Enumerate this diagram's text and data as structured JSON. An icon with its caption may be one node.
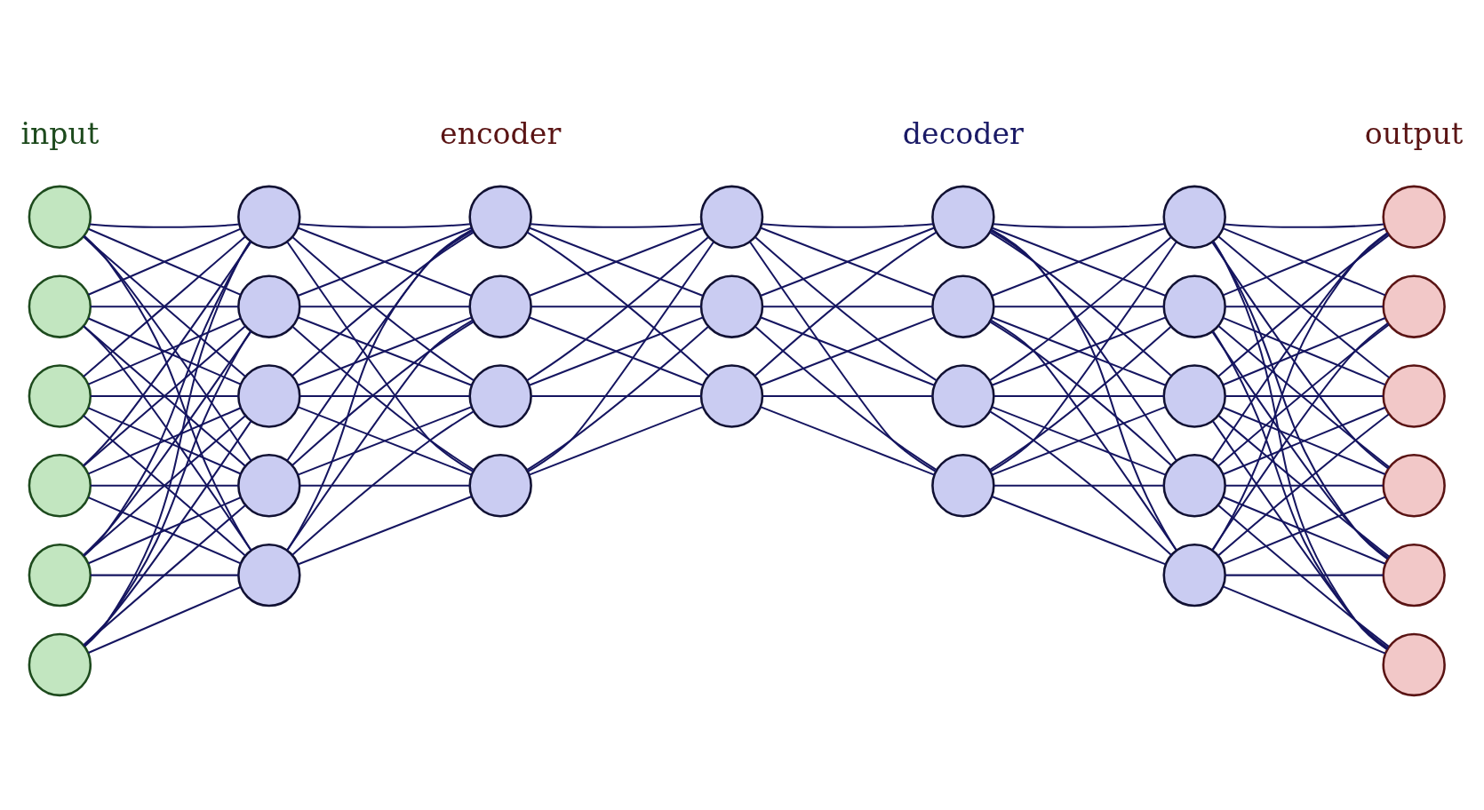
{
  "diagram": {
    "nodes": [
      {
        "text": [],
        "shape": "circle"
      },
      {
        "text": [],
        "shape": "circle"
      },
      {
        "text": [],
        "shape": "circle"
      },
      {
        "text": [],
        "shape": "circle"
      },
      {
        "text": [],
        "shape": "circle"
      },
      {
        "text": [],
        "shape": "circle"
      },
      {
        "text": [],
        "shape": "circle"
      },
      {
        "text": [],
        "shape": "circle"
      },
      {
        "text": [],
        "shape": "circle"
      },
      {
        "text": [],
        "shape": "circle"
      },
      {
        "text": [],
        "shape": "circle"
      },
      {
        "text": [],
        "shape": "circle"
      },
      {
        "text": [],
        "shape": "circle"
      },
      {
        "text": [],
        "shape": "circle"
      },
      {
        "text": [],
        "shape": "circle"
      },
      {
        "text": [],
        "shape": "circle"
      },
      {
        "text": [],
        "shape": "circle"
      },
      {
        "text": [],
        "shape": "circle"
      },
      {
        "text": [],
        "shape": "circle"
      },
      {
        "text": [],
        "shape": "circle"
      },
      {
        "text": [],
        "shape": "circle"
      },
      {
        "text": [],
        "shape": "circle"
      },
      {
        "text": [],
        "shape": "circle"
      },
      {
        "text": [],
        "shape": "circle"
      },
      {
        "text": [],
        "shape": "circle"
      },
      {
        "text": [],
        "shape": "circle"
      },
      {
        "text": [],
        "shape": "circle"
      },
      {
        "text": [],
        "shape": "circle"
      },
      {
        "text": [],
        "shape": "circle"
      },
      {
        "text": [],
        "shape": "circle"
      },
      {
        "text": [],
        "shape": "circle"
      },
      {
        "text": [],
        "shape": "circle"
      },
      {
        "text": [],
        "shape": "circle"
      }
    ],
    "edges": [
      {
        "from": 0,
        "to": 6,
        "arrow": "none"
      },
      {
        "from": 0,
        "to": 7,
        "arrow": "none"
      },
      {
        "from": 0,
        "to": 8,
        "arrow": "none"
      },
      {
        "from": 0,
        "to": 9,
        "arrow": "none"
      },
      {
        "from": 0,
        "to": 10,
        "arrow": "none"
      },
      {
        "from": 1,
        "to": 6,
        "arrow": "none"
      },
      {
        "from": 1,
        "to": 7,
        "arrow": "none"
      },
      {
        "from": 1,
        "to": 8,
        "arrow": "none"
      },
      {
        "from": 1,
        "to": 9,
        "arrow": "none"
      },
      {
        "from": 1,
        "to": 10,
        "arrow": "none"
      },
      {
        "from": 2,
        "to": 6,
        "arrow": "none"
      },
      {
        "from": 2,
        "to": 7,
        "arrow": "none"
      },
      {
        "from": 2,
        "to": 8,
        "arrow": "none"
      },
      {
        "from": 2,
        "to": 9,
        "arrow": "none"
      },
      {
        "from": 2,
        "to": 10,
        "arrow": "none"
      },
      {
        "from": 3,
        "to": 6,
        "arrow": "none"
      },
      {
        "from": 3,
        "to": 7,
        "arrow": "none"
      },
      {
        "from": 3,
        "to": 8,
        "arrow": "none"
      },
      {
        "from": 3,
        "to": 9,
        "arrow": "none"
      },
      {
        "from": 3,
        "to": 10,
        "arrow": "none"
      },
      {
        "from": 4,
        "to": 6,
        "arrow": "none"
      },
      {
        "from": 4,
        "to": 7,
        "arrow": "none"
      },
      {
        "from": 4,
        "to": 8,
        "arrow": "none"
      },
      {
        "from": 4,
        "to": 9,
        "arrow": "none"
      },
      {
        "from": 4,
        "to": 10,
        "arrow": "none"
      },
      {
        "from": 5,
        "to": 6,
        "arrow": "none"
      },
      {
        "from": 5,
        "to": 7,
        "arrow": "none"
      },
      {
        "from": 5,
        "to": 8,
        "arrow": "none"
      },
      {
        "from": 5,
        "to": 9,
        "arrow": "none"
      },
      {
        "from": 5,
        "to": 10,
        "arrow": "none"
      },
      {
        "from": 6,
        "to": 11,
        "arrow": "none"
      },
      {
        "from": 6,
        "to": 12,
        "arrow": "none"
      },
      {
        "from": 6,
        "to": 13,
        "arrow": "none"
      },
      {
        "from": 6,
        "to": 14,
        "arrow": "none"
      },
      {
        "from": 7,
        "to": 11,
        "arrow": "none"
      },
      {
        "from": 7,
        "to": 12,
        "arrow": "none"
      },
      {
        "from": 7,
        "to": 13,
        "arrow": "none"
      },
      {
        "from": 7,
        "to": 14,
        "arrow": "none"
      },
      {
        "from": 8,
        "to": 11,
        "arrow": "none"
      },
      {
        "from": 8,
        "to": 12,
        "arrow": "none"
      },
      {
        "from": 8,
        "to": 13,
        "arrow": "none"
      },
      {
        "from": 8,
        "to": 14,
        "arrow": "none"
      },
      {
        "from": 9,
        "to": 11,
        "arrow": "none"
      },
      {
        "from": 9,
        "to": 12,
        "arrow": "none"
      },
      {
        "from": 9,
        "to": 13,
        "arrow": "none"
      },
      {
        "from": 9,
        "to": 14,
        "arrow": "none"
      },
      {
        "from": 10,
        "to": 11,
        "arrow": "none"
      },
      {
        "from": 10,
        "to": 12,
        "arrow": "none"
      },
      {
        "from": 10,
        "to": 13,
        "arrow": "none"
      },
      {
        "from": 10,
        "to": 14,
        "arrow": "none"
      },
      {
        "from": 11,
        "to": 15,
        "arrow": "none"
      },
      {
        "from": 11,
        "to": 16,
        "arrow": "none"
      },
      {
        "from": 11,
        "to": 17,
        "arrow": "none"
      },
      {
        "from": 12,
        "to": 15,
        "arrow": "none"
      },
      {
        "from": 12,
        "to": 16,
        "arrow": "none"
      },
      {
        "from": 12,
        "to": 17,
        "arrow": "none"
      },
      {
        "from": 13,
        "to": 15,
        "arrow": "none"
      },
      {
        "from": 13,
        "to": 16,
        "arrow": "none"
      },
      {
        "from": 13,
        "to": 17,
        "arrow": "none"
      },
      {
        "from": 14,
        "to": 15,
        "arrow": "none"
      },
      {
        "from": 14,
        "to": 16,
        "arrow": "none"
      },
      {
        "from": 14,
        "to": 17,
        "arrow": "none"
      },
      {
        "from": 15,
        "to": 18,
        "arrow": "none"
      },
      {
        "from": 15,
        "to": 19,
        "arrow": "none"
      },
      {
        "from": 15,
        "to": 20,
        "arrow": "none"
      },
      {
        "from": 15,
        "to": 21,
        "arrow": "none"
      },
      {
        "from": 16,
        "to": 18,
        "arrow": "none"
      },
      {
        "from": 16,
        "to": 19,
        "arrow": "none"
      },
      {
        "from": 16,
        "to": 20,
        "arrow": "none"
      },
      {
        "from": 16,
        "to": 21,
        "arrow": "none"
      },
      {
        "from": 17,
        "to": 18,
        "arrow": "none"
      },
      {
        "from": 17,
        "to": 19,
        "arrow": "none"
      },
      {
        "from": 17,
        "to": 20,
        "arrow": "none"
      },
      {
        "from": 17,
        "to": 21,
        "arrow": "none"
      },
      {
        "from": 18,
        "to": 22,
        "arrow": "none"
      },
      {
        "from": 18,
        "to": 23,
        "arrow": "none"
      },
      {
        "from": 18,
        "to": 24,
        "arrow": "none"
      },
      {
        "from": 18,
        "to": 25,
        "arrow": "none"
      },
      {
        "from": 18,
        "to": 26,
        "arrow": "none"
      },
      {
        "from": 19,
        "to": 22,
        "arrow": "none"
      },
      {
        "from": 19,
        "to": 23,
        "arrow": "none"
      },
      {
        "from": 19,
        "to": 24,
        "arrow": "none"
      },
      {
        "from": 19,
        "to": 25,
        "arrow": "none"
      },
      {
        "from": 19,
        "to": 26,
        "arrow": "none"
      },
      {
        "from": 20,
        "to": 22,
        "arrow": "none"
      },
      {
        "from": 20,
        "to": 23,
        "arrow": "none"
      },
      {
        "from": 20,
        "to": 24,
        "arrow": "none"
      },
      {
        "from": 20,
        "to": 25,
        "arrow": "none"
      },
      {
        "from": 20,
        "to": 26,
        "arrow": "none"
      },
      {
        "from": 21,
        "to": 22,
        "arrow": "none"
      },
      {
        "from": 21,
        "to": 23,
        "arrow": "none"
      },
      {
        "from": 21,
        "to": 24,
        "arrow": "none"
      },
      {
        "from": 21,
        "to": 25,
        "arrow": "none"
      },
      {
        "from": 21,
        "to": 26,
        "arrow": "none"
      },
      {
        "from": 22,
        "to": 27,
        "arrow": "none"
      },
      {
        "from": 22,
        "to": 28,
        "arrow": "none"
      },
      {
        "from": 22,
        "to": 29,
        "arrow": "none"
      },
      {
        "from": 22,
        "to": 30,
        "arrow": "none"
      },
      {
        "from": 22,
        "to": 31,
        "arrow": "none"
      },
      {
        "from": 22,
        "to": 32,
        "arrow": "none"
      },
      {
        "from": 23,
        "to": 27,
        "arrow": "none"
      },
      {
        "from": 23,
        "to": 28,
        "arrow": "none"
      },
      {
        "from": 23,
        "to": 29,
        "arrow": "none"
      },
      {
        "from": 23,
        "to": 30,
        "arrow": "none"
      },
      {
        "from": 23,
        "to": 31,
        "arrow": "none"
      },
      {
        "from": 23,
        "to": 32,
        "arrow": "none"
      },
      {
        "from": 24,
        "to": 27,
        "arrow": "none"
      },
      {
        "from": 24,
        "to": 28,
        "arrow": "none"
      },
      {
        "from": 24,
        "to": 29,
        "arrow": "none"
      },
      {
        "from": 24,
        "to": 30,
        "arrow": "none"
      },
      {
        "from": 24,
        "to": 31,
        "arrow": "none"
      },
      {
        "from": 24,
        "to": 32,
        "arrow": "none"
      },
      {
        "from": 25,
        "to": 27,
        "arrow": "none"
      },
      {
        "from": 25,
        "to": 28,
        "arrow": "none"
      },
      {
        "from": 25,
        "to": 29,
        "arrow": "none"
      },
      {
        "from": 25,
        "to": 30,
        "arrow": "none"
      },
      {
        "from": 25,
        "to": 31,
        "arrow": "none"
      },
      {
        "from": 25,
        "to": 32,
        "arrow": "none"
      },
      {
        "from": 26,
        "to": 27,
        "arrow": "none"
      },
      {
        "from": 26,
        "to": 28,
        "arrow": "none"
      },
      {
        "from": 26,
        "to": 29,
        "arrow": "none"
      },
      {
        "from": 26,
        "to": 30,
        "arrow": "none"
      },
      {
        "from": 26,
        "to": 31,
        "arrow": "none"
      },
      {
        "from": 26,
        "to": 32,
        "arrow": "none"
      }
    ],
    "labels": [
      "input",
      "encoder",
      "decoder",
      "output"
    ]
  }
}
